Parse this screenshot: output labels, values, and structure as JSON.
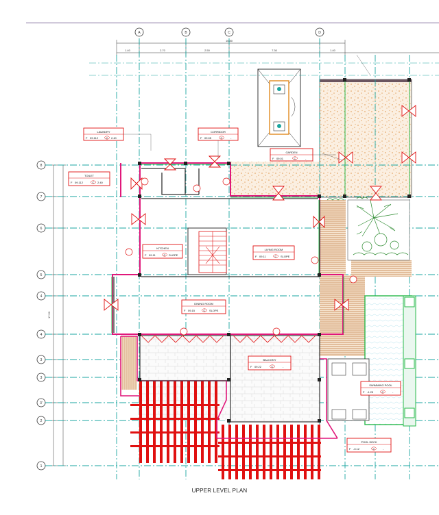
{
  "plan": {
    "caption": "UPPER LEVEL PLAN",
    "top_dimension": "16.80",
    "top_segment_dims": [
      "1.40",
      "2.70",
      "2.50",
      "7.30",
      "1.40"
    ],
    "left_total_dim": "17.50",
    "column_grid_labels": [
      "A",
      "B",
      "C",
      "D"
    ],
    "row_grid_labels": [
      "8",
      "7",
      "6",
      "5",
      "4",
      "4",
      "3",
      "3",
      "3'",
      "2",
      "1"
    ],
    "rooms": [
      {
        "name": "LAUNDRY",
        "code1": "F",
        "value1": "09.112",
        "code2": "C",
        "value2": "2.40"
      },
      {
        "name": "CORRIDOR",
        "code1": "F",
        "value1": "09.05",
        "code2": "C",
        "value2": "-"
      },
      {
        "name": "GARDEN",
        "code1": "F",
        "value1": "09.01",
        "code2": "C",
        "value2": "-"
      },
      {
        "name": "TOILET",
        "code1": "F",
        "value1": "09.112",
        "code2": "C",
        "value2": "2.40"
      },
      {
        "name": "KITCHEN",
        "code1": "F",
        "value1": "09.11",
        "code2": "C",
        "value2": "SLOPE"
      },
      {
        "name": "LIVING ROOM",
        "code1": "F",
        "value1": "09.11",
        "code2": "C",
        "value2": "SLOPE"
      },
      {
        "name": "DINING ROOM",
        "code1": "F",
        "value1": "09.15",
        "code2": "C",
        "value2": "SLOPE"
      },
      {
        "name": "BALCONY",
        "code1": "F",
        "value1": "09.22",
        "code2": "C",
        "value2": "-"
      },
      {
        "name": "SWIMMING POOL",
        "code1": "F",
        "value1": "-1.25",
        "code2": "C",
        "value2": "-"
      },
      {
        "name": "POOL DECK",
        "code1": "F",
        "value1": "-0.12",
        "code2": "C",
        "value2": "-"
      }
    ],
    "colors": {
      "grid": "#1aa6a0",
      "wall": "#e0177a",
      "annotation": "#e01010",
      "deck": "#b87333",
      "garden": "#e8b27a",
      "pool_edge": "#27b84a",
      "dark": "#333333"
    }
  }
}
